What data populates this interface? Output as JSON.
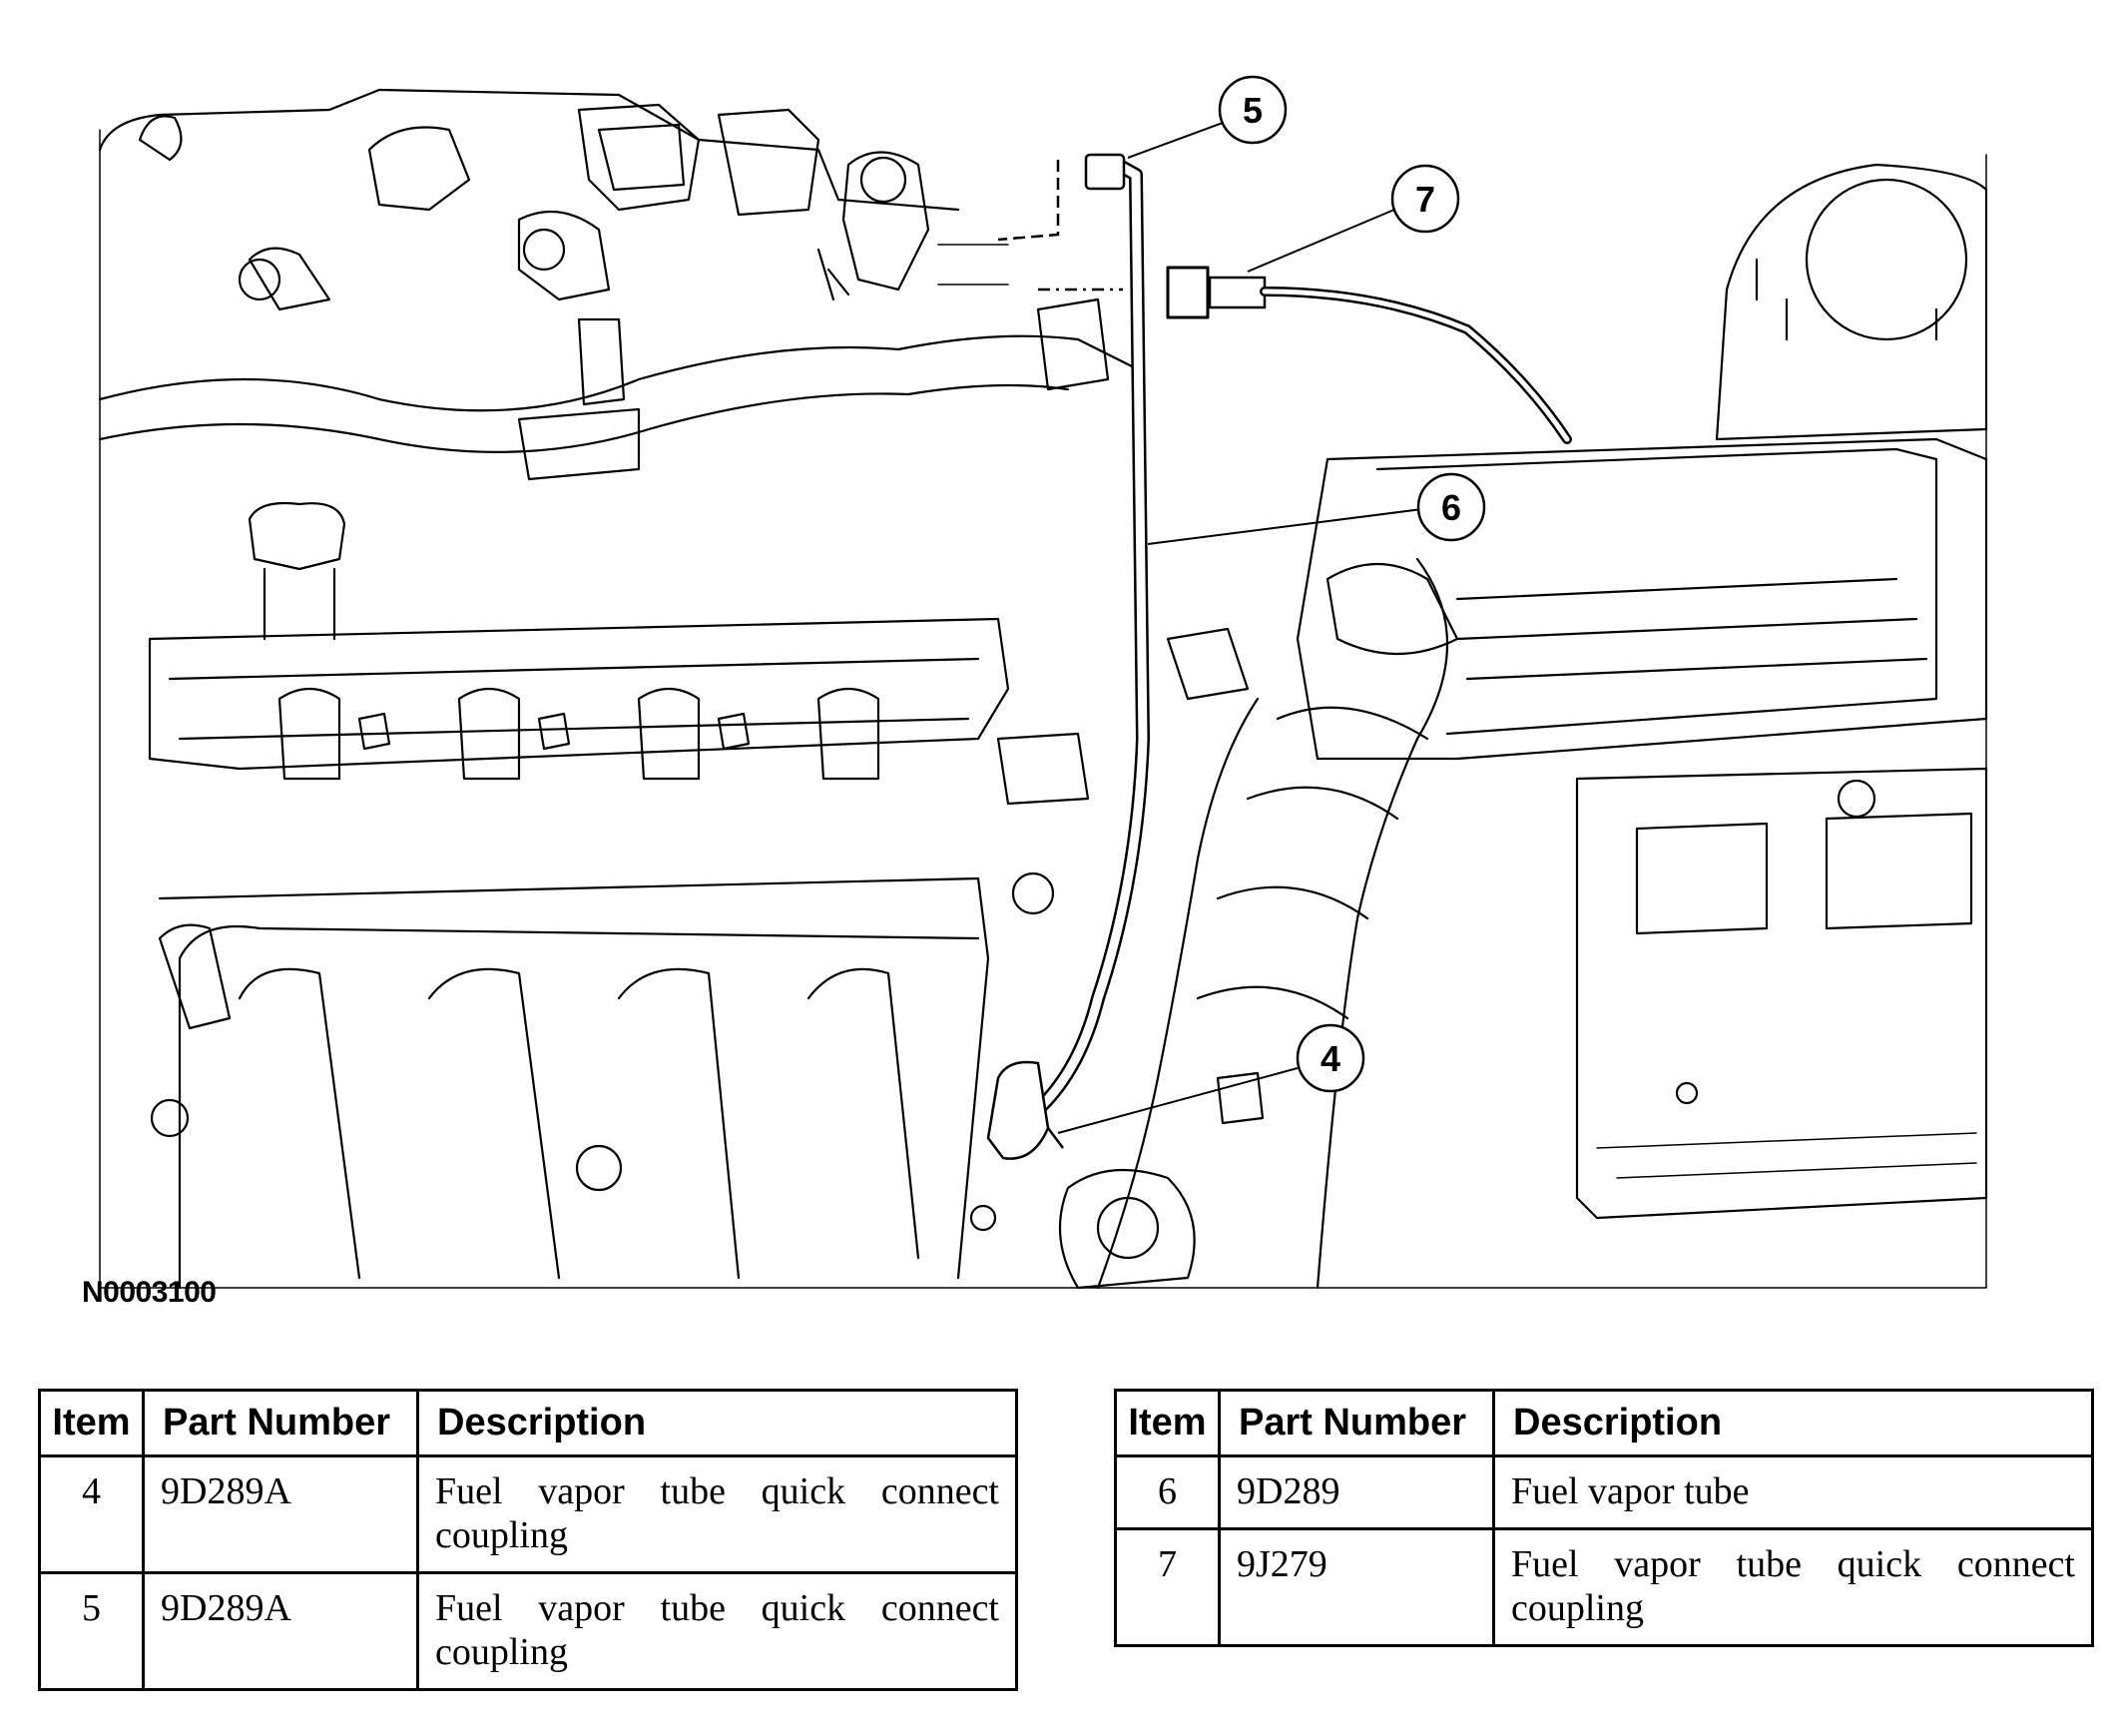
{
  "figure": {
    "id": "N0003100",
    "callouts": [
      "4",
      "5",
      "6",
      "7"
    ]
  },
  "tables": [
    {
      "headers": [
        "Item",
        "Part Number",
        "Description"
      ],
      "rows": [
        {
          "item": "4",
          "part": "9D289A",
          "desc": "Fuel vapor tube quick connect coupling"
        },
        {
          "item": "5",
          "part": "9D289A",
          "desc": "Fuel vapor tube quick connect coupling"
        }
      ]
    },
    {
      "headers": [
        "Item",
        "Part Number",
        "Description"
      ],
      "rows": [
        {
          "item": "6",
          "part": "9D289",
          "desc": "Fuel vapor tube"
        },
        {
          "item": "7",
          "part": "9J279",
          "desc": "Fuel vapor tube quick connect coupling"
        }
      ]
    }
  ]
}
